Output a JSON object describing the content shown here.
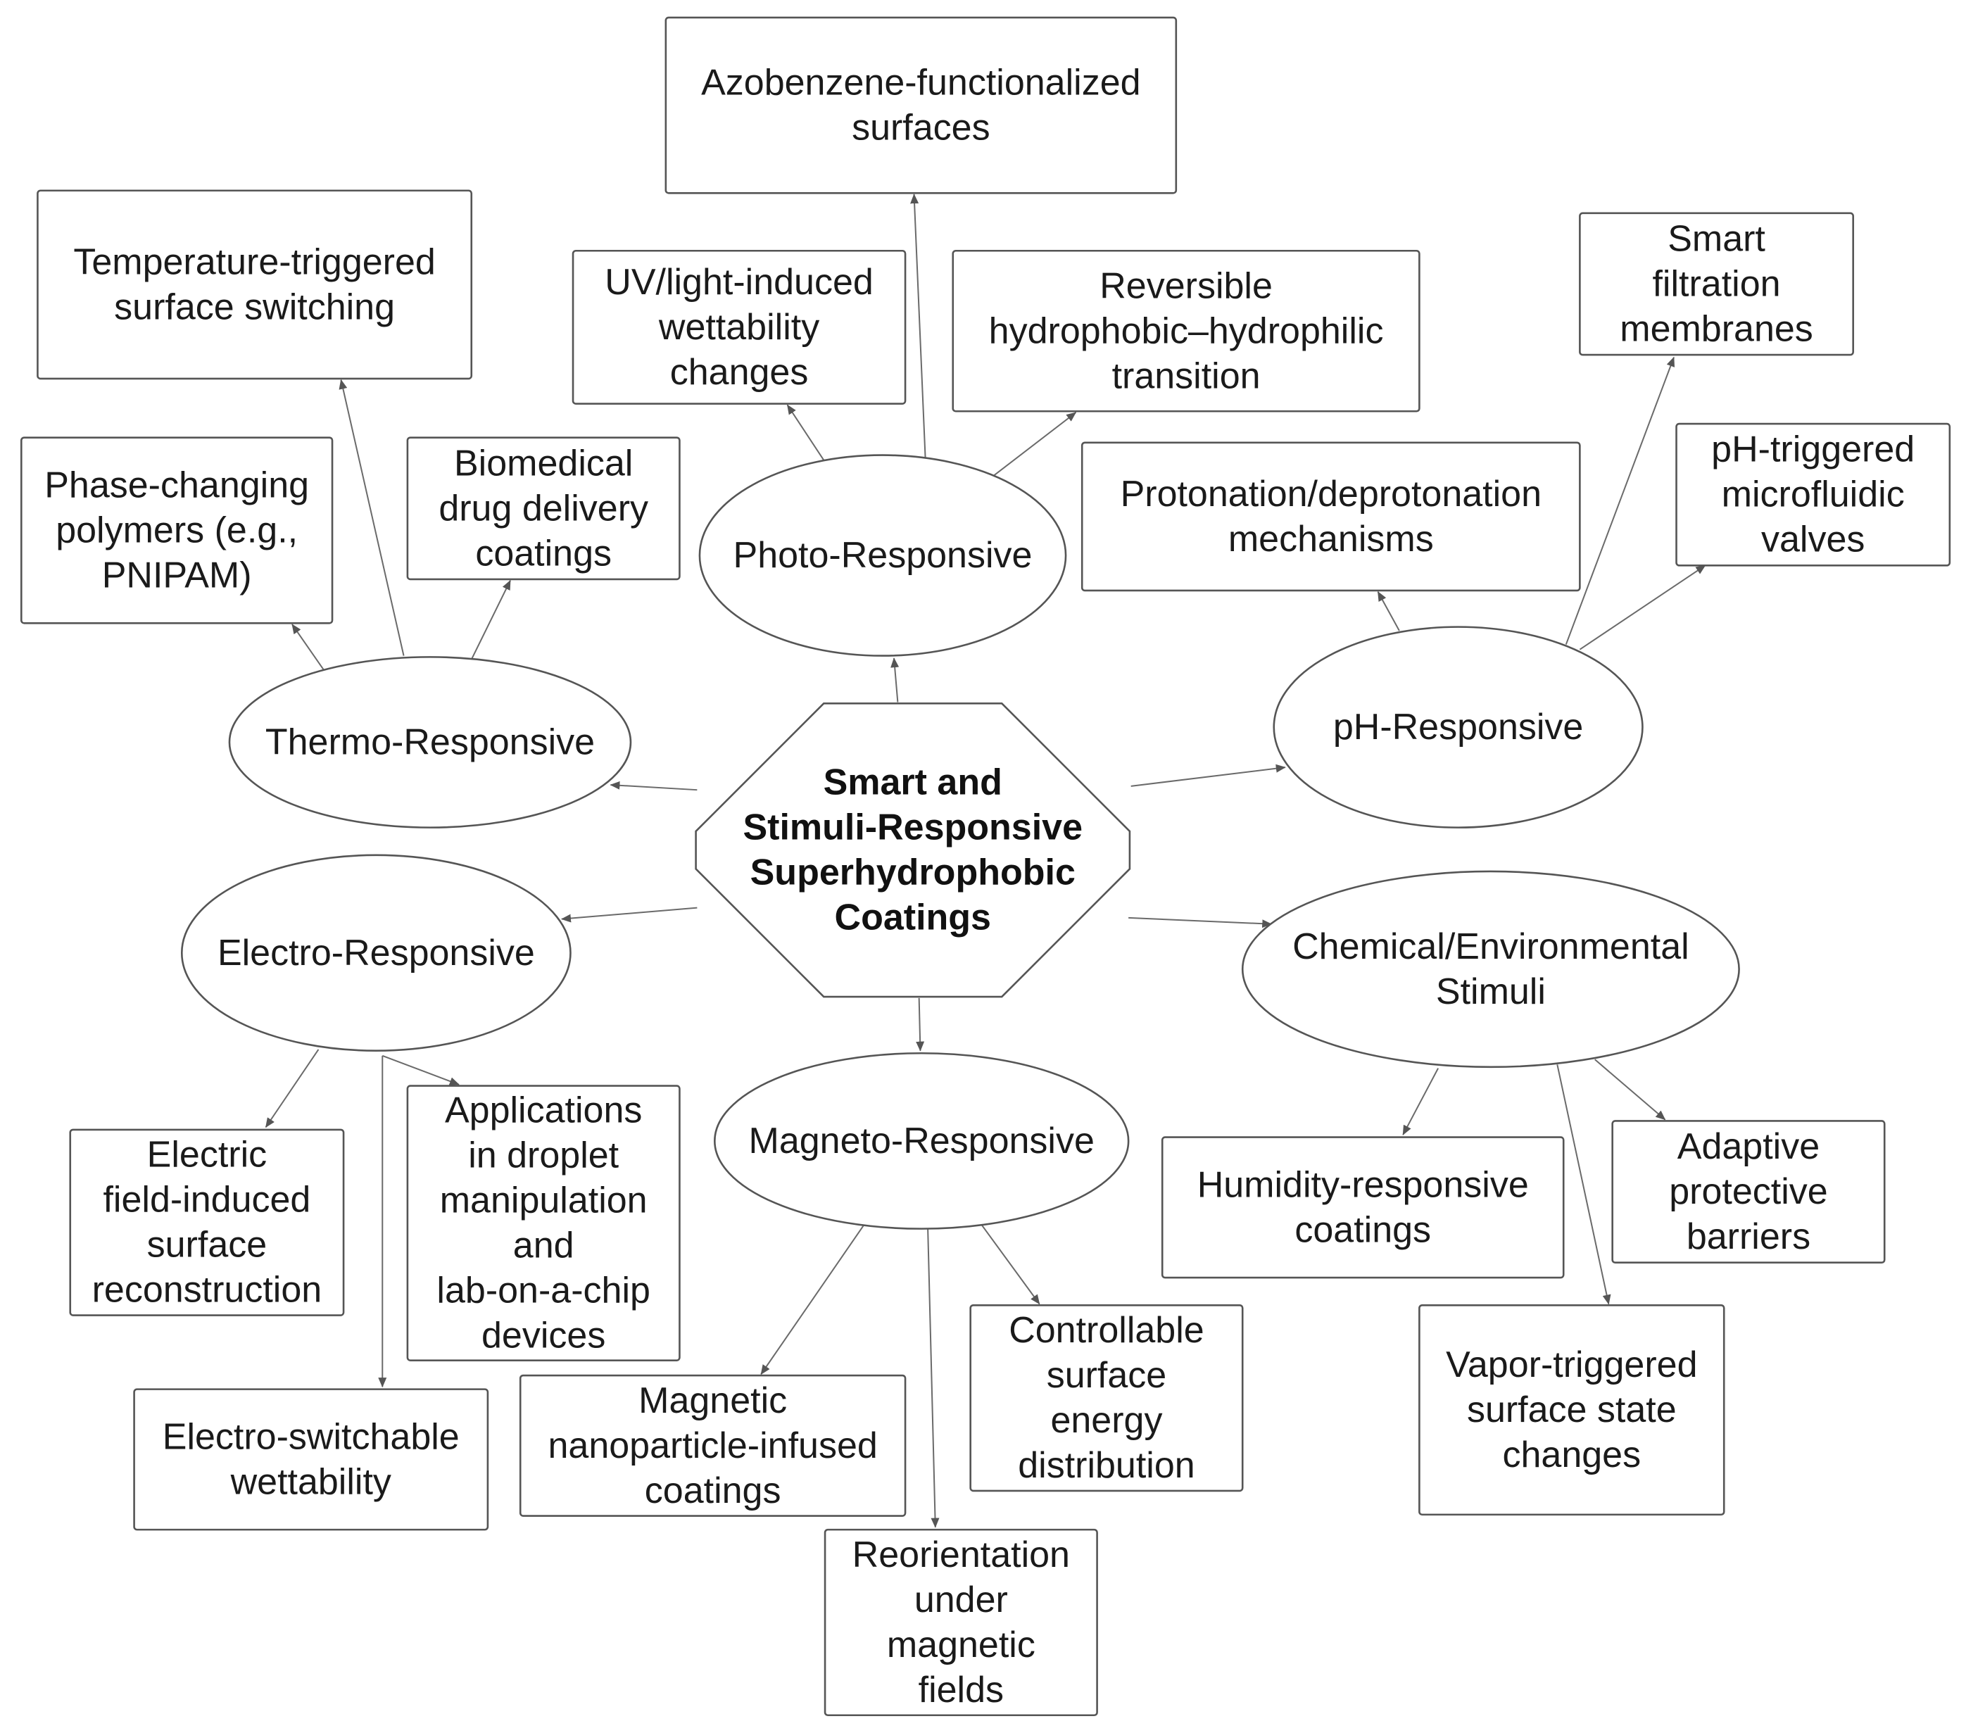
{
  "center": {
    "label_lines": [
      "Smart and",
      "Stimuli-Responsive",
      "Superhydrophobic",
      "Coatings"
    ]
  },
  "categories": [
    {
      "id": "thermo",
      "label_lines": [
        "Thermo-Responsive"
      ]
    },
    {
      "id": "photo",
      "label_lines": [
        "Photo-Responsive"
      ]
    },
    {
      "id": "ph",
      "label_lines": [
        "pH-Responsive"
      ]
    },
    {
      "id": "electro",
      "label_lines": [
        "Electro-Responsive"
      ]
    },
    {
      "id": "magneto",
      "label_lines": [
        "Magneto-Responsive"
      ]
    },
    {
      "id": "chemical",
      "label_lines": [
        "Chemical/Environmental",
        "Stimuli"
      ]
    }
  ],
  "items": [
    {
      "id": "temp-switching",
      "parent": "thermo",
      "label_lines": [
        "Temperature-triggered",
        "surface switching"
      ]
    },
    {
      "id": "phase-changing",
      "parent": "thermo",
      "label_lines": [
        "Phase-changing",
        "polymers (e.g.,",
        "PNIPAM)"
      ]
    },
    {
      "id": "biomedical",
      "parent": "thermo",
      "label_lines": [
        "Biomedical",
        "drug delivery",
        "coatings"
      ]
    },
    {
      "id": "azobenzene",
      "parent": "photo",
      "label_lines": [
        "Azobenzene-functionalized",
        "surfaces"
      ]
    },
    {
      "id": "uv-light",
      "parent": "photo",
      "label_lines": [
        "UV/light-induced",
        "wettability",
        "changes"
      ]
    },
    {
      "id": "reversible",
      "parent": "photo",
      "label_lines": [
        "Reversible",
        "hydrophobic–hydrophilic",
        "transition"
      ]
    },
    {
      "id": "smart-filtration",
      "parent": "ph",
      "label_lines": [
        "Smart",
        "filtration",
        "membranes"
      ]
    },
    {
      "id": "ph-valves",
      "parent": "ph",
      "label_lines": [
        "pH-triggered",
        "microfluidic",
        "valves"
      ]
    },
    {
      "id": "protonation",
      "parent": "ph",
      "label_lines": [
        "Protonation/deprotonation",
        "mechanisms"
      ]
    },
    {
      "id": "electric-field",
      "parent": "electro",
      "label_lines": [
        "Electric",
        "field-induced",
        "surface",
        "reconstruction"
      ]
    },
    {
      "id": "droplet-apps",
      "parent": "electro",
      "label_lines": [
        "Applications",
        "in droplet",
        "manipulation",
        "and",
        "lab-on-a-chip",
        "devices"
      ]
    },
    {
      "id": "electro-switchable",
      "parent": "electro",
      "label_lines": [
        "Electro-switchable",
        "wettability"
      ]
    },
    {
      "id": "magnetic-np",
      "parent": "magneto",
      "label_lines": [
        "Magnetic",
        "nanoparticle-infused",
        "coatings"
      ]
    },
    {
      "id": "reorientation",
      "parent": "magneto",
      "label_lines": [
        "Reorientation",
        "under",
        "magnetic",
        "fields"
      ]
    },
    {
      "id": "surface-energy",
      "parent": "magneto",
      "label_lines": [
        "Controllable",
        "surface",
        "energy",
        "distribution"
      ]
    },
    {
      "id": "humidity",
      "parent": "chemical",
      "label_lines": [
        "Humidity-responsive",
        "coatings"
      ]
    },
    {
      "id": "adaptive",
      "parent": "chemical",
      "label_lines": [
        "Adaptive",
        "protective",
        "barriers"
      ]
    },
    {
      "id": "vapor",
      "parent": "chemical",
      "label_lines": [
        "Vapor-triggered",
        "surface state",
        "changes"
      ]
    }
  ]
}
